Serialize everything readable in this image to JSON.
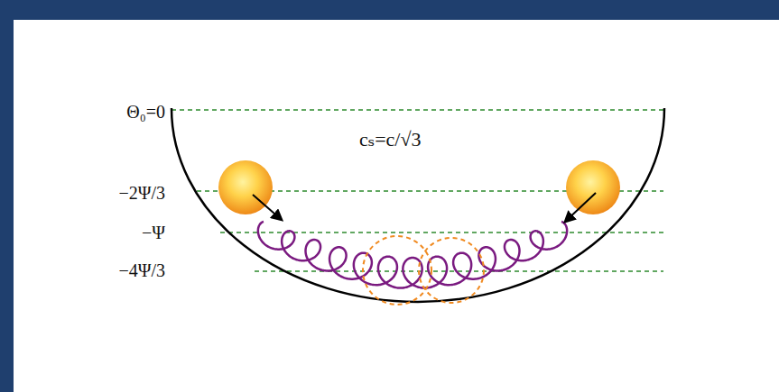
{
  "diagram": {
    "labels": [
      "Θ₀=0",
      "cₛ=c/√3",
      "−2Ψ/3",
      "−Ψ",
      "−4Ψ/3"
    ]
  }
}
